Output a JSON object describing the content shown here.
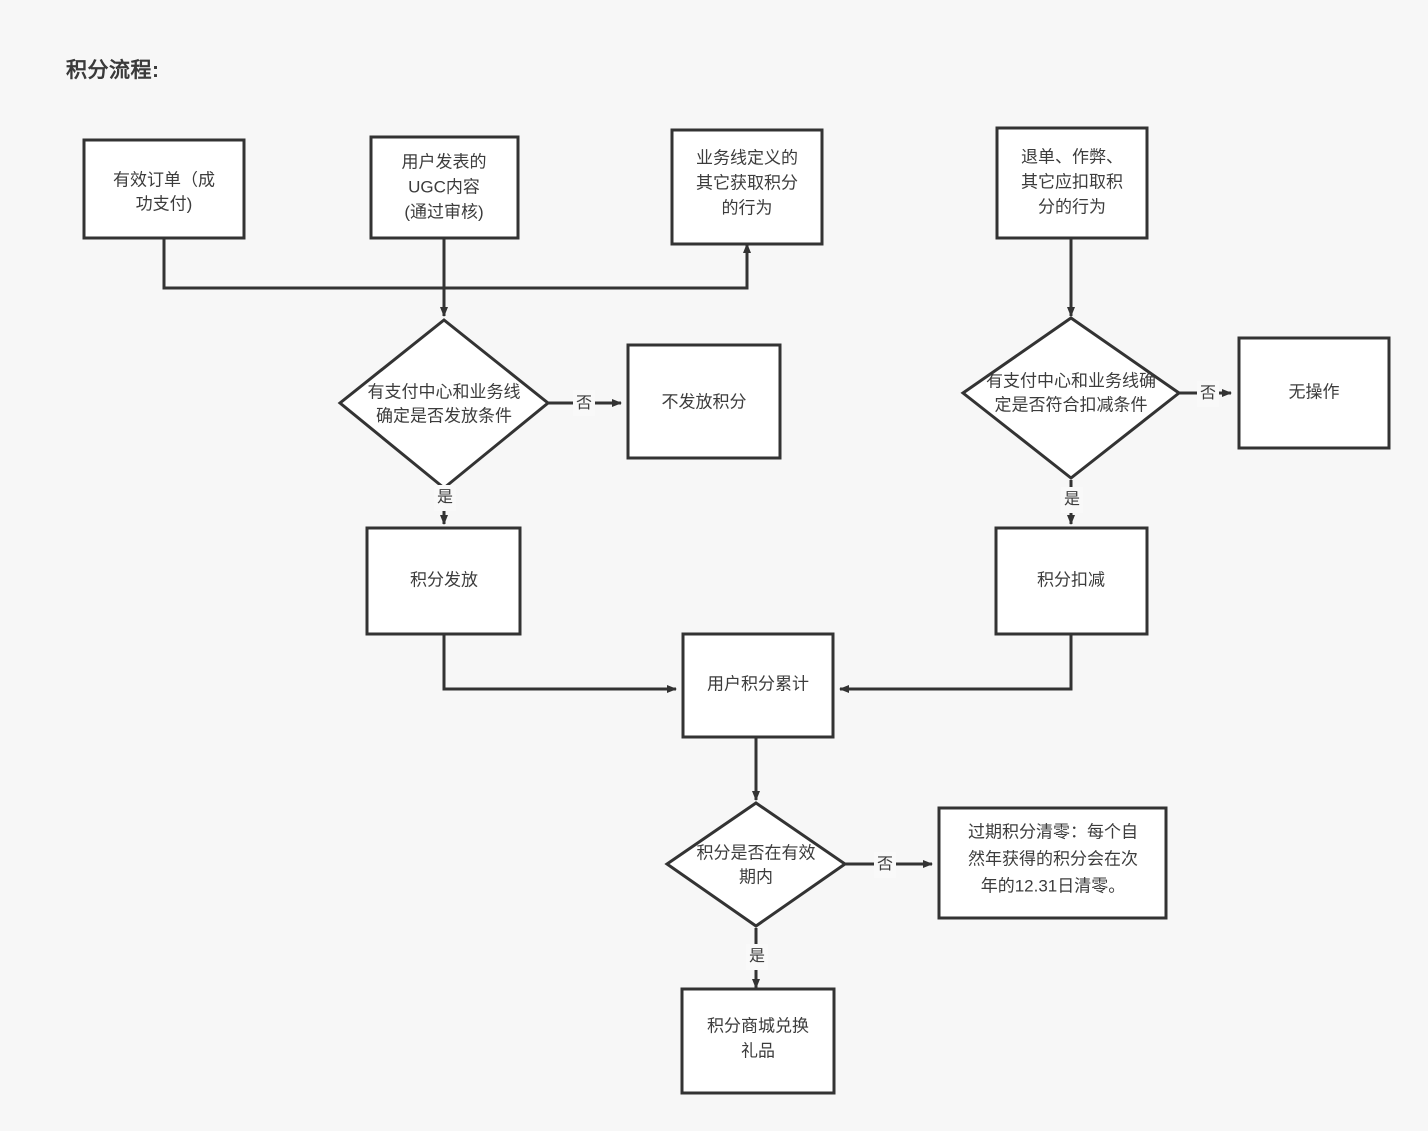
{
  "page": {
    "title": "积分流程:",
    "background_color": "#f7f7f7",
    "node_fill": "#ffffff",
    "node_stroke": "#333333",
    "text_color": "#3c3c3c"
  },
  "chart_data": {
    "type": "diagram",
    "diagram_kind": "flowchart",
    "title": "积分流程:",
    "nodes": [
      {
        "id": "n1",
        "shape": "rect",
        "label": "有效订单（成\n功支付)"
      },
      {
        "id": "n2",
        "shape": "rect",
        "label": "用户发表的\nUGC内容\n(通过审核)"
      },
      {
        "id": "n3",
        "shape": "rect",
        "label": "业务线定义的\n其它获取积分\n的行为"
      },
      {
        "id": "n4",
        "shape": "rect",
        "label": "退单、作弊、\n其它应扣取积\n分的行为"
      },
      {
        "id": "d1",
        "shape": "diamond",
        "label": "有支付中心和业务线\n确定是否发放条件"
      },
      {
        "id": "n5",
        "shape": "rect",
        "label": "不发放积分"
      },
      {
        "id": "d2",
        "shape": "diamond",
        "label": "有支付中心和业务线确\n定是否符合扣减条件"
      },
      {
        "id": "n6",
        "shape": "rect",
        "label": "无操作"
      },
      {
        "id": "n7",
        "shape": "rect",
        "label": "积分发放"
      },
      {
        "id": "n8",
        "shape": "rect",
        "label": "积分扣减"
      },
      {
        "id": "n9",
        "shape": "rect",
        "label": "用户积分累计"
      },
      {
        "id": "d3",
        "shape": "diamond",
        "label": "积分是否在有效\n期内"
      },
      {
        "id": "n10",
        "shape": "rect",
        "label": "过期积分清零：每个自\n然年获得的积分会在次\n年的12.31日清零。"
      },
      {
        "id": "n11",
        "shape": "rect",
        "label": "积分商城兑换\n礼品"
      }
    ],
    "edges": [
      {
        "from": "n1",
        "to": "n3",
        "label": ""
      },
      {
        "from": "n2",
        "to": "d1",
        "label": ""
      },
      {
        "from": "n4",
        "to": "d2",
        "label": ""
      },
      {
        "from": "d1",
        "to": "n5",
        "label": "否"
      },
      {
        "from": "d1",
        "to": "n7",
        "label": "是"
      },
      {
        "from": "d2",
        "to": "n6",
        "label": "否"
      },
      {
        "from": "d2",
        "to": "n8",
        "label": "是"
      },
      {
        "from": "n7",
        "to": "n9",
        "label": ""
      },
      {
        "from": "n8",
        "to": "n9",
        "label": ""
      },
      {
        "from": "n9",
        "to": "d3",
        "label": ""
      },
      {
        "from": "d3",
        "to": "n10",
        "label": "否"
      },
      {
        "from": "d3",
        "to": "n11",
        "label": "是"
      }
    ]
  },
  "nodes": {
    "valid_order": {
      "lines": [
        "有效订单（成",
        "功支付)"
      ]
    },
    "ugc_content": {
      "lines": [
        "用户发表的",
        "UGC内容",
        "(通过审核)"
      ]
    },
    "other_earn": {
      "lines": [
        "业务线定义的",
        "其它获取积分",
        "的行为"
      ]
    },
    "refund_cheat": {
      "lines": [
        "退单、作弊、",
        "其它应扣取积",
        "分的行为"
      ]
    },
    "grant_decision": {
      "lines": [
        "有支付中心和业务线",
        "确定是否发放条件"
      ]
    },
    "no_grant": {
      "lines": [
        "不发放积分"
      ]
    },
    "deduct_decision": {
      "lines": [
        "有支付中心和业务线确",
        "定是否符合扣减条件"
      ]
    },
    "no_action": {
      "lines": [
        "无操作"
      ]
    },
    "points_grant": {
      "lines": [
        "积分发放"
      ]
    },
    "points_deduct": {
      "lines": [
        "积分扣减"
      ]
    },
    "points_total": {
      "lines": [
        "用户积分累计"
      ]
    },
    "validity_decision": {
      "lines": [
        "积分是否在有效",
        "期内"
      ]
    },
    "expire_clear": {
      "lines": [
        "过期积分清零：每个自",
        "然年获得的积分会在次",
        "年的12.31日清零。"
      ]
    },
    "mall_redeem": {
      "lines": [
        "积分商城兑换",
        "礼品"
      ]
    }
  },
  "edge_labels": {
    "grant_no": "否",
    "grant_yes": "是",
    "deduct_no": "否",
    "deduct_yes": "是",
    "validity_no": "否",
    "validity_yes": "是"
  }
}
